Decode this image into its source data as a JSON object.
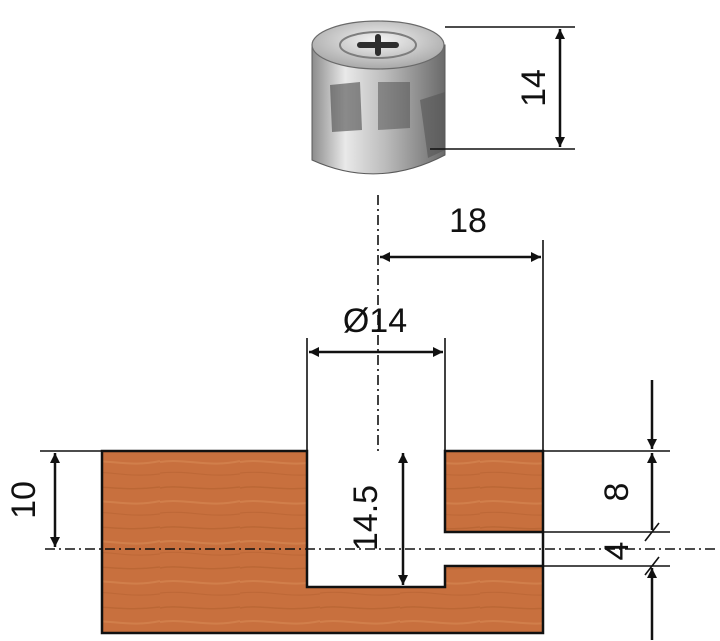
{
  "drawing": {
    "dimensions": {
      "cam_height": "14",
      "center_to_edge": "18",
      "bore_diameter": "Ø14",
      "bore_depth": "14.5",
      "axis_from_top": "10",
      "groove_from_top": "8",
      "groove_width": "4"
    },
    "colors": {
      "wood": "#c8703e",
      "wood_dark": "#b15e32",
      "wood_light": "#d98a55",
      "metal_light": "#e8e8e8",
      "metal_mid": "#b8b8b8",
      "metal_dark": "#6d6d6d",
      "line": "#111111"
    }
  }
}
